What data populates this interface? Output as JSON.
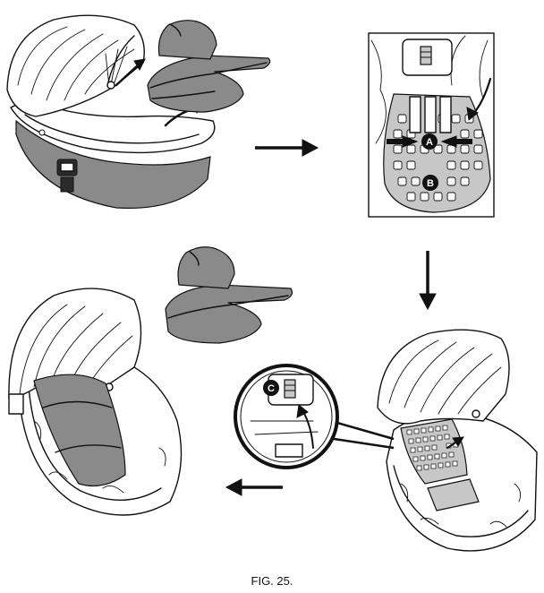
{
  "caption": "FIG. 25.",
  "callouts": [
    {
      "id": "a",
      "text": "A"
    },
    {
      "id": "b",
      "text": "B"
    },
    {
      "id": "c",
      "text": "C"
    }
  ],
  "colors": {
    "ink": "#111111",
    "fill_gray": "#8a8a8a",
    "light_gray": "#c7c7c7",
    "background": "#ffffff"
  }
}
